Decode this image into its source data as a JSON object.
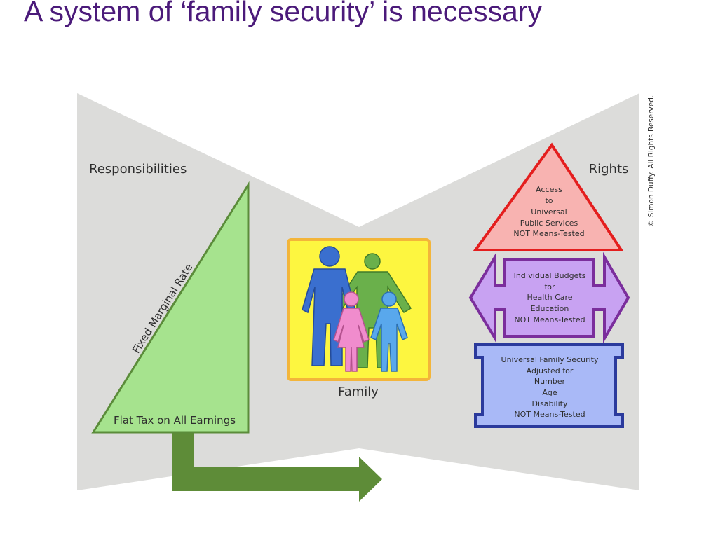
{
  "slide": {
    "title": "A system of ‘family security’ is necessary"
  },
  "diagram": {
    "responsibilities_label": "Responsibilities",
    "rights_label": "Rights",
    "marginal_rate_label": "Fixed Marginal Rate",
    "flat_tax_label": "Flat Tax on All Earnings",
    "family_label": "Family",
    "copyright": "© Simon Duffy. All Rights Reserved.",
    "public_services_lines": [
      "Access",
      "to",
      "Universal",
      "Public Services",
      "NOT Means-Tested"
    ],
    "budgets_lines": [
      "Ind vidual Budgets",
      "for",
      "Health Care",
      "Education",
      "NOT Means-Tested"
    ],
    "family_security_lines": [
      "Universal Family Security",
      "Adjusted for",
      "Number",
      "Age",
      "Disability",
      "NOT Means-Tested"
    ]
  },
  "colors": {
    "title": "#4b1a7a",
    "background_shape": "#dcdcda",
    "responsibility_fill": "#a6e38e",
    "responsibility_stroke": "#5b8c3a",
    "arrow": "#5e8c38",
    "family_panel_fill": "#fdf640",
    "family_panel_stroke": "#f3b53a",
    "rights_triangle_fill": "#f8b3b1",
    "rights_triangle_stroke": "#e41e1e",
    "budgets_fill": "#c8a2f2",
    "budgets_stroke": "#7b2e9c",
    "family_security_fill": "#a9b9f7",
    "family_security_stroke": "#2b3a9c",
    "father": "#3a6fcf",
    "mother": "#6ab04b",
    "girl": "#f08ccd",
    "boy": "#59a8ec"
  }
}
